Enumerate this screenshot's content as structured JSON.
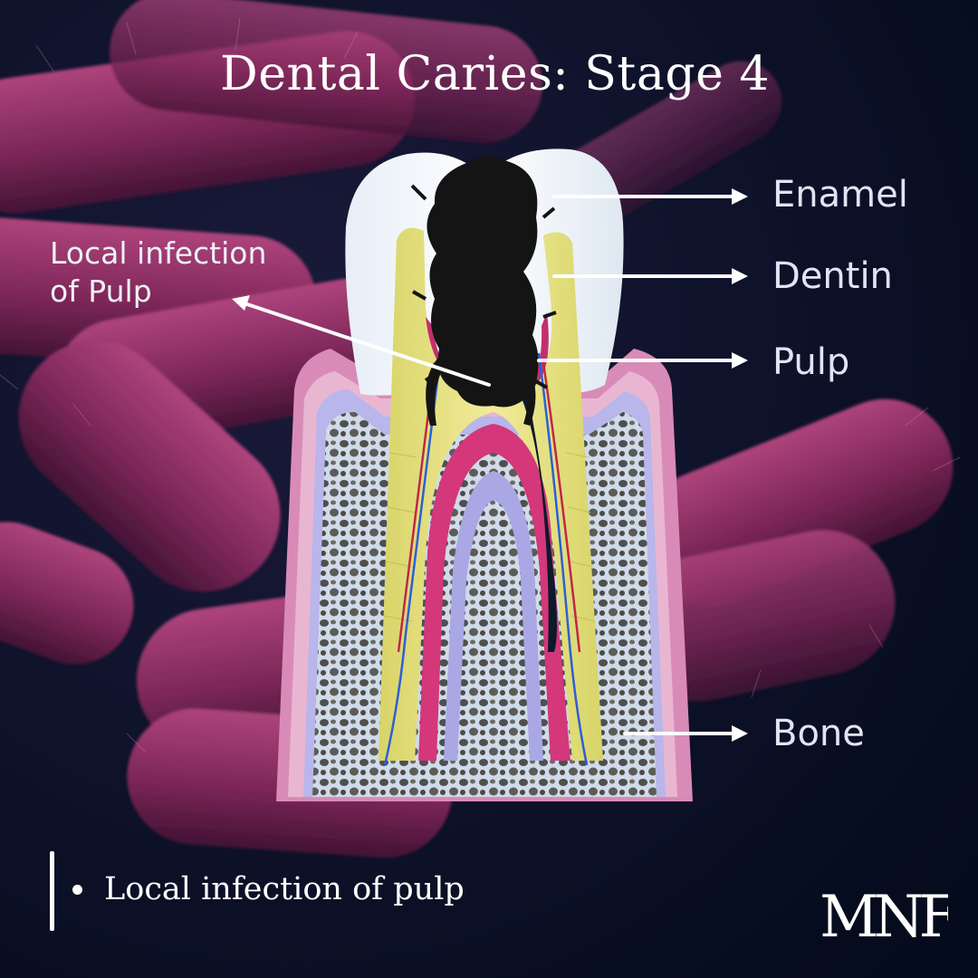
{
  "title": "Dental Caries: Stage 4",
  "labels": {
    "enamel": "Enamel",
    "dentin": "Dentin",
    "pulp": "Pulp",
    "bone": "Bone"
  },
  "annotation": {
    "line1": "Local infection",
    "line2": "of Pulp"
  },
  "bullets": [
    "Local infection of pulp"
  ],
  "brand": {
    "logo_text": "MNF"
  },
  "colors": {
    "background": "#061024",
    "text": "#ffffff",
    "label_text": "#dfe6f3"
  }
}
